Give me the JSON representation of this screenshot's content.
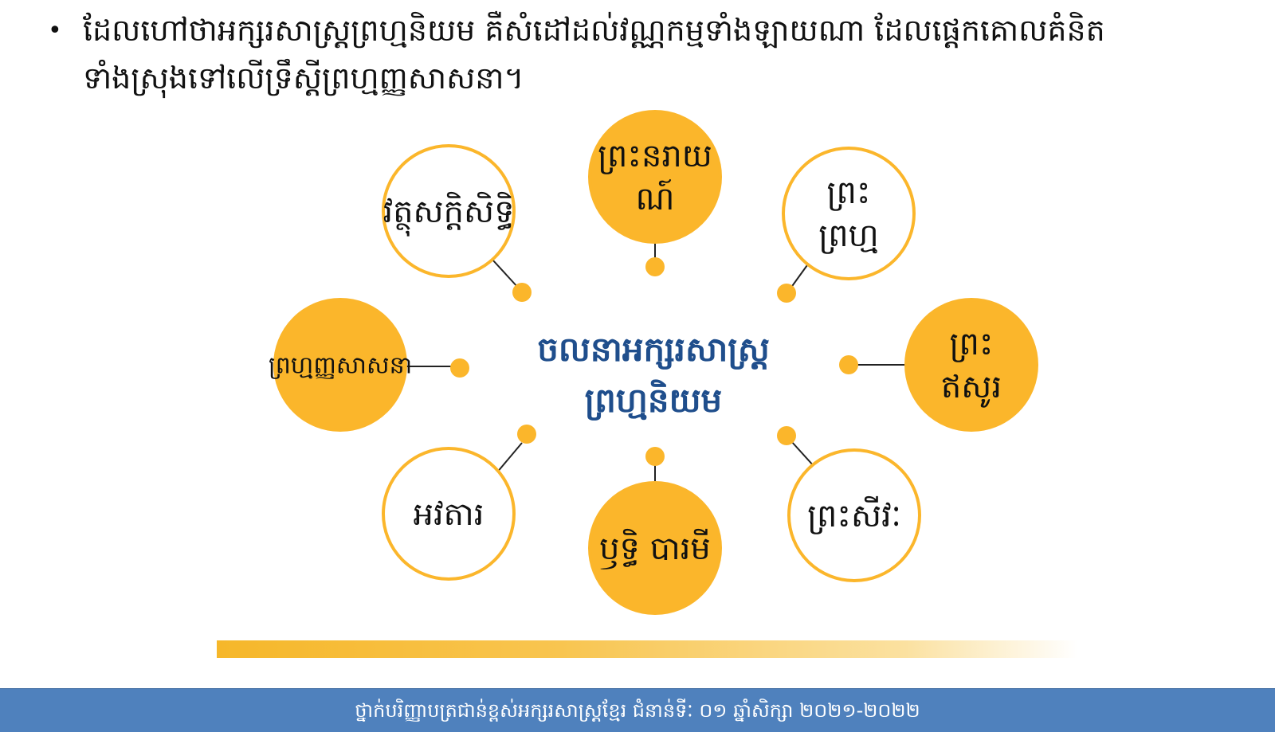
{
  "header": {
    "bullet": "•",
    "text_line1": "ដែលហៅថាអក្សរសាស្ត្រព្រហ្មនិយម គឺសំដៅដល់វណ្ណកម្មទាំងឡាយណា ដែលផ្ដេកគោលគំនិត",
    "text_line2": "ទាំងស្រុងទៅលើទ្រឹស្ដីព្រហ្មញ្ញសាសនា។"
  },
  "diagram": {
    "center": {
      "line1": "ចលនាអក្សរសាស្ត្រ",
      "line2": "ព្រហ្មនិយម"
    },
    "nodes": [
      {
        "id": "vatthu",
        "lines": [
          "វត្ថុសក្ដិសិទ្ធិ"
        ],
        "style": "outline"
      },
      {
        "id": "phreak-noreay",
        "lines": [
          "ព្រះនរាយ",
          "ណ៍"
        ],
        "style": "filled"
      },
      {
        "id": "phreak-prum",
        "lines": [
          "ព្រះ",
          "ព្រហ្ម"
        ],
        "style": "outline"
      },
      {
        "id": "prohmanh",
        "lines": [
          "ព្រហ្មញ្ញសាសនា"
        ],
        "style": "filled"
      },
      {
        "id": "phreak-eysaur",
        "lines": [
          "ព្រះ",
          "ឥសូរ"
        ],
        "style": "filled"
      },
      {
        "id": "avatar",
        "lines": [
          "អវតារ"
        ],
        "style": "outline"
      },
      {
        "id": "rithi",
        "lines": [
          "ឫទ្ធិ បារមី"
        ],
        "style": "filled"
      },
      {
        "id": "phreak-seyvak",
        "lines": [
          "ព្រះសីវៈ"
        ],
        "style": "outline"
      }
    ],
    "colors": {
      "accent": "#fbb62b",
      "text": "#111111",
      "center_text": "#1f4e8c",
      "connector": "#222222"
    }
  },
  "footer": {
    "text": "ថ្នាក់បរិញ្ញាបត្រជាន់ខ្ពស់អក្សរសាស្ត្រខ្មែរ ជំនាន់ទីៈ ០១ ឆ្នាំសិក្សា ២០២១-២០២២"
  }
}
